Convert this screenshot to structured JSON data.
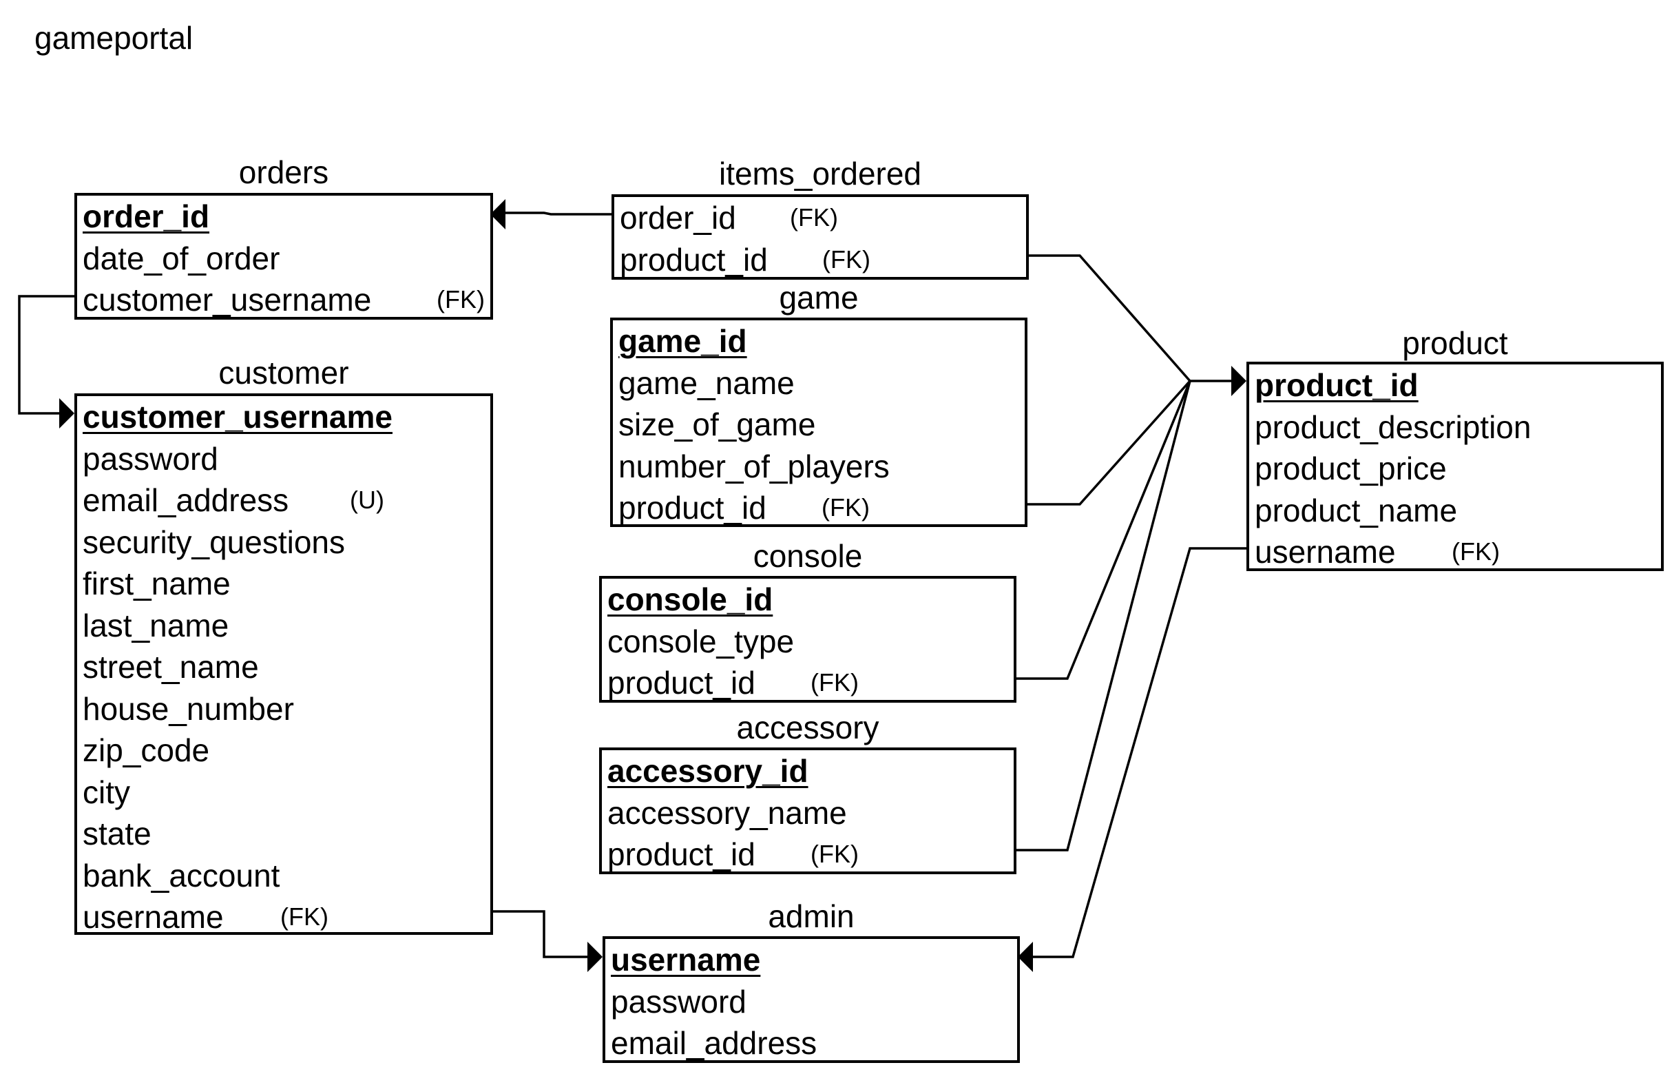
{
  "title": "gameportal",
  "tables": {
    "orders": {
      "name": "orders",
      "rows": [
        {
          "field": "order_id",
          "pk": true,
          "tag": ""
        },
        {
          "field": "date_of_order",
          "pk": false,
          "tag": ""
        },
        {
          "field": "customer_username",
          "pk": false,
          "tag": "(FK)"
        }
      ]
    },
    "items_ordered": {
      "name": "items_ordered",
      "rows": [
        {
          "field": "order_id",
          "pk": false,
          "tag": "(FK)"
        },
        {
          "field": "product_id",
          "pk": false,
          "tag": "(FK)"
        }
      ]
    },
    "game": {
      "name": "game",
      "rows": [
        {
          "field": "game_id",
          "pk": true,
          "tag": ""
        },
        {
          "field": "game_name",
          "pk": false,
          "tag": ""
        },
        {
          "field": "size_of_game",
          "pk": false,
          "tag": ""
        },
        {
          "field": "number_of_players",
          "pk": false,
          "tag": ""
        },
        {
          "field": "product_id",
          "pk": false,
          "tag": "(FK)"
        }
      ]
    },
    "customer": {
      "name": "customer",
      "rows": [
        {
          "field": "customer_username",
          "pk": true,
          "tag": ""
        },
        {
          "field": "password",
          "pk": false,
          "tag": ""
        },
        {
          "field": "email_address",
          "pk": false,
          "tag": "(U)"
        },
        {
          "field": "security_questions",
          "pk": false,
          "tag": ""
        },
        {
          "field": "first_name",
          "pk": false,
          "tag": ""
        },
        {
          "field": "last_name",
          "pk": false,
          "tag": ""
        },
        {
          "field": "street_name",
          "pk": false,
          "tag": ""
        },
        {
          "field": "house_number",
          "pk": false,
          "tag": ""
        },
        {
          "field": "zip_code",
          "pk": false,
          "tag": ""
        },
        {
          "field": "city",
          "pk": false,
          "tag": ""
        },
        {
          "field": "state",
          "pk": false,
          "tag": ""
        },
        {
          "field": "bank_account",
          "pk": false,
          "tag": ""
        },
        {
          "field": "username",
          "pk": false,
          "tag": "(FK)"
        }
      ]
    },
    "product": {
      "name": "product",
      "rows": [
        {
          "field": "product_id",
          "pk": true,
          "tag": ""
        },
        {
          "field": "product_description",
          "pk": false,
          "tag": ""
        },
        {
          "field": "product_price",
          "pk": false,
          "tag": ""
        },
        {
          "field": "product_name",
          "pk": false,
          "tag": ""
        },
        {
          "field": "username",
          "pk": false,
          "tag": "(FK)"
        }
      ]
    },
    "console": {
      "name": "console",
      "rows": [
        {
          "field": "console_id",
          "pk": true,
          "tag": ""
        },
        {
          "field": "console_type",
          "pk": false,
          "tag": ""
        },
        {
          "field": "product_id",
          "pk": false,
          "tag": "(FK)"
        }
      ]
    },
    "accessory": {
      "name": "accessory",
      "rows": [
        {
          "field": "accessory_id",
          "pk": true,
          "tag": ""
        },
        {
          "field": "accessory_name",
          "pk": false,
          "tag": ""
        },
        {
          "field": "product_id",
          "pk": false,
          "tag": "(FK)"
        }
      ]
    },
    "admin": {
      "name": "admin",
      "rows": [
        {
          "field": "username",
          "pk": true,
          "tag": ""
        },
        {
          "field": "password",
          "pk": false,
          "tag": ""
        },
        {
          "field": "email_address",
          "pk": false,
          "tag": ""
        }
      ]
    }
  },
  "relationships": [
    {
      "from": "orders.customer_username",
      "to": "customer.customer_username"
    },
    {
      "from": "items_ordered.order_id",
      "to": "orders.order_id"
    },
    {
      "from": "items_ordered.product_id",
      "to": "product.product_id"
    },
    {
      "from": "game.product_id",
      "to": "product.product_id"
    },
    {
      "from": "console.product_id",
      "to": "product.product_id"
    },
    {
      "from": "accessory.product_id",
      "to": "product.product_id"
    },
    {
      "from": "customer.username",
      "to": "admin.username"
    },
    {
      "from": "product.username",
      "to": "admin.username"
    }
  ]
}
